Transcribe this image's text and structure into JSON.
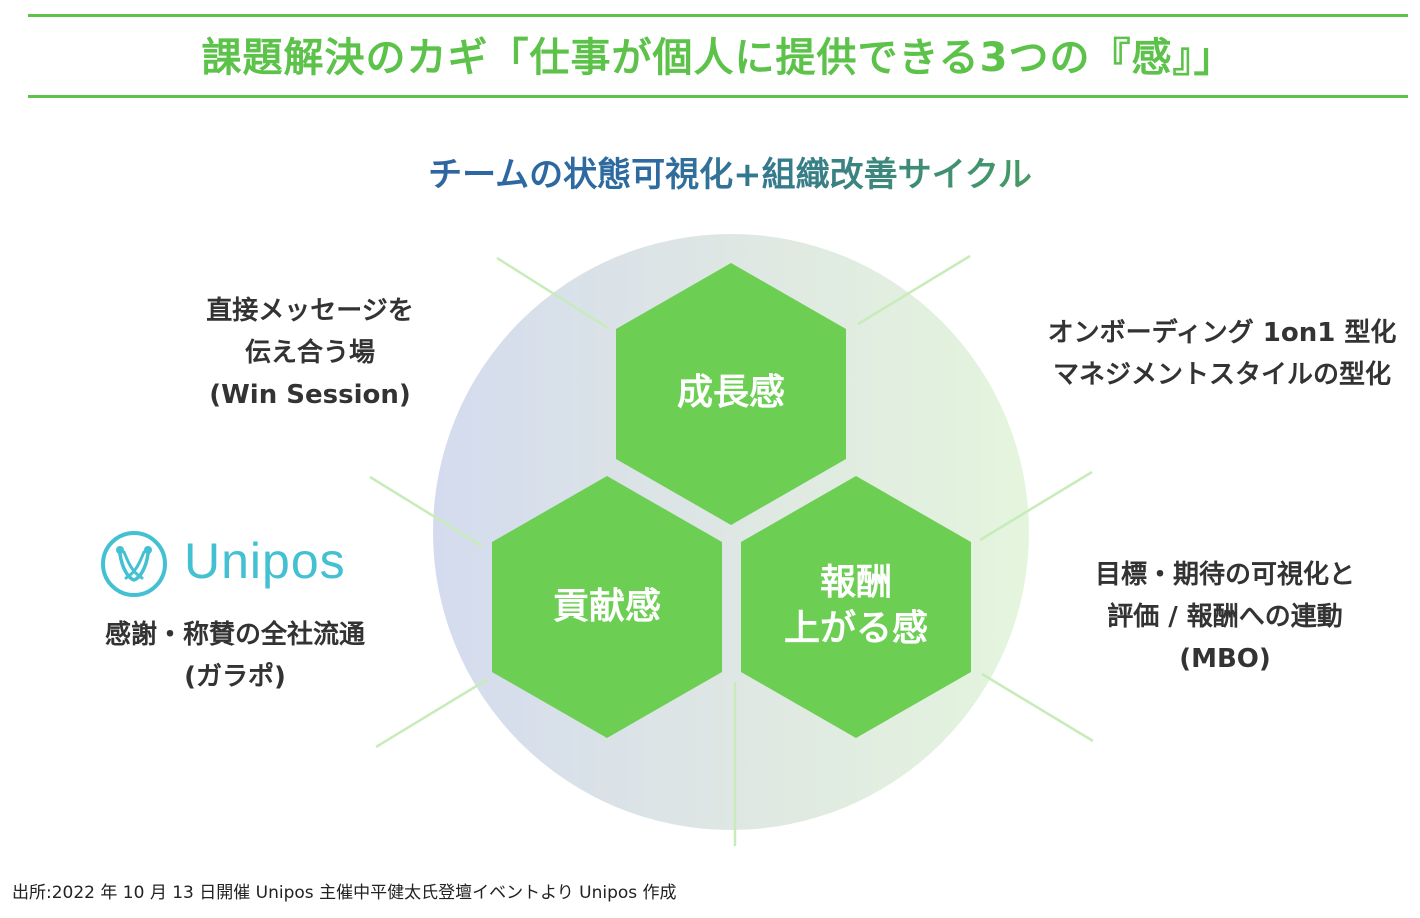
{
  "header": {
    "title": "課題解決のカギ「仕事が個人に提供できる3つの『感』」",
    "subtitle": "チームの状態可視化+組織改善サイクル"
  },
  "hexagons": {
    "top": {
      "lines": [
        "成長感"
      ]
    },
    "bottom_left": {
      "lines": [
        "貢献感"
      ]
    },
    "bottom_right": {
      "lines": [
        "報酬",
        "上がる感"
      ]
    }
  },
  "annotations": {
    "top_left": {
      "lines": [
        "直接メッセージを",
        "伝え合う場",
        "(Win Session)"
      ]
    },
    "top_right": {
      "lines": [
        "オンボーディング 1on1 型化",
        "マネジメントスタイルの型化"
      ]
    },
    "bottom_left": {
      "lines": [
        "感謝・称賛の全社流通",
        "(ガラポ)"
      ]
    },
    "bottom_right": {
      "lines": [
        "目標・期待の可視化と",
        "評価 / 報酬への連動",
        "(MBO)"
      ]
    }
  },
  "logo": {
    "name": "Unipos",
    "icon": "unipos-logo-icon"
  },
  "footnote": "出所:2022 年 10 月 13 日開催 Unipos 主催中平健太氏登壇イベントより Unipos 作成",
  "colors": {
    "accent_green": "#5cc24a",
    "hex_fill": "#6cce53",
    "circle_left": "#d6dcee",
    "circle_right": "#e3f4dc",
    "connector": "#c7ecba",
    "logo": "#43c0d2",
    "text": "#333333"
  }
}
